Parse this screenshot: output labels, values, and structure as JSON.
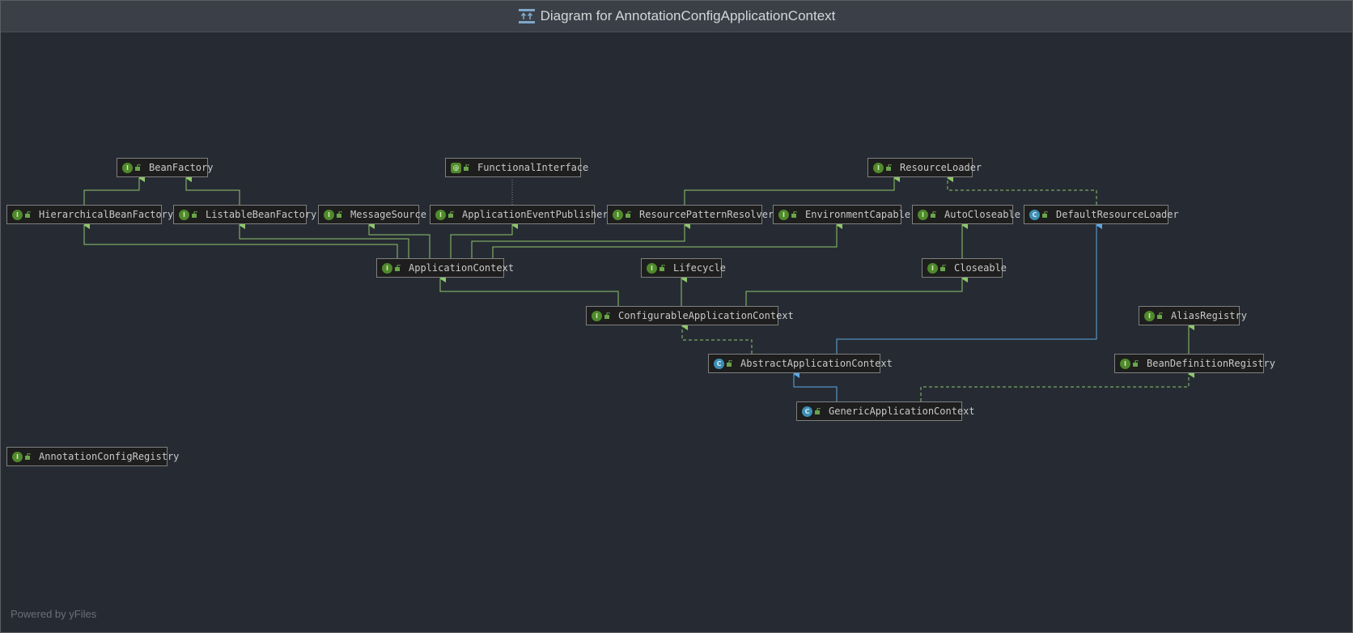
{
  "window": {
    "title": "Diagram for AnnotationConfigApplicationContext",
    "title_icon": "class-diagram-icon"
  },
  "footer": {
    "text": "Powered by yFiles"
  },
  "colors": {
    "background": "#262b33",
    "node_fill": "#1e1e1e",
    "node_border": "#7f7f7f",
    "interface_edge": "#8fc66b",
    "class_edge": "#5ea7e0",
    "interface_badge": "#4f8a2b",
    "class_badge": "#3e8fb4"
  },
  "nodes": [
    {
      "id": "BeanFactory",
      "label": "BeanFactory",
      "kind": "interface"
    },
    {
      "id": "FunctionalInterface",
      "label": "FunctionalInterface",
      "kind": "annotation"
    },
    {
      "id": "ResourceLoader",
      "label": "ResourceLoader",
      "kind": "interface"
    },
    {
      "id": "HierarchicalBeanFactory",
      "label": "HierarchicalBeanFactory",
      "kind": "interface"
    },
    {
      "id": "ListableBeanFactory",
      "label": "ListableBeanFactory",
      "kind": "interface"
    },
    {
      "id": "MessageSource",
      "label": "MessageSource",
      "kind": "interface"
    },
    {
      "id": "ApplicationEventPublisher",
      "label": "ApplicationEventPublisher",
      "kind": "interface"
    },
    {
      "id": "ResourcePatternResolver",
      "label": "ResourcePatternResolver",
      "kind": "interface"
    },
    {
      "id": "EnvironmentCapable",
      "label": "EnvironmentCapable",
      "kind": "interface"
    },
    {
      "id": "AutoCloseable",
      "label": "AutoCloseable",
      "kind": "interface"
    },
    {
      "id": "DefaultResourceLoader",
      "label": "DefaultResourceLoader",
      "kind": "class"
    },
    {
      "id": "ApplicationContext",
      "label": "ApplicationContext",
      "kind": "interface"
    },
    {
      "id": "Lifecycle",
      "label": "Lifecycle",
      "kind": "interface"
    },
    {
      "id": "Closeable",
      "label": "Closeable",
      "kind": "interface"
    },
    {
      "id": "ConfigurableApplicationContext",
      "label": "ConfigurableApplicationContext",
      "kind": "interface"
    },
    {
      "id": "AliasRegistry",
      "label": "AliasRegistry",
      "kind": "interface"
    },
    {
      "id": "AbstractApplicationContext",
      "label": "AbstractApplicationContext",
      "kind": "abstract-class"
    },
    {
      "id": "BeanDefinitionRegistry",
      "label": "BeanDefinitionRegistry",
      "kind": "interface"
    },
    {
      "id": "GenericApplicationContext",
      "label": "GenericApplicationContext",
      "kind": "class"
    },
    {
      "id": "AnnotationConfigRegistry",
      "label": "AnnotationConfigRegistry",
      "kind": "interface"
    }
  ],
  "edges": [
    {
      "from": "HierarchicalBeanFactory",
      "to": "BeanFactory",
      "type": "extends"
    },
    {
      "from": "ListableBeanFactory",
      "to": "BeanFactory",
      "type": "extends"
    },
    {
      "from": "ApplicationContext",
      "to": "HierarchicalBeanFactory",
      "type": "extends"
    },
    {
      "from": "ApplicationContext",
      "to": "ListableBeanFactory",
      "type": "extends"
    },
    {
      "from": "ApplicationContext",
      "to": "MessageSource",
      "type": "extends"
    },
    {
      "from": "ApplicationContext",
      "to": "ApplicationEventPublisher",
      "type": "extends"
    },
    {
      "from": "ApplicationContext",
      "to": "ResourcePatternResolver",
      "type": "extends"
    },
    {
      "from": "ApplicationContext",
      "to": "EnvironmentCapable",
      "type": "extends"
    },
    {
      "from": "ApplicationEventPublisher",
      "to": "FunctionalInterface",
      "type": "annotated"
    },
    {
      "from": "ResourcePatternResolver",
      "to": "ResourceLoader",
      "type": "extends"
    },
    {
      "from": "DefaultResourceLoader",
      "to": "ResourceLoader",
      "type": "implements"
    },
    {
      "from": "Closeable",
      "to": "AutoCloseable",
      "type": "extends"
    },
    {
      "from": "ConfigurableApplicationContext",
      "to": "ApplicationContext",
      "type": "extends"
    },
    {
      "from": "ConfigurableApplicationContext",
      "to": "Lifecycle",
      "type": "extends"
    },
    {
      "from": "ConfigurableApplicationContext",
      "to": "Closeable",
      "type": "extends"
    },
    {
      "from": "AbstractApplicationContext",
      "to": "ConfigurableApplicationContext",
      "type": "implements"
    },
    {
      "from": "AbstractApplicationContext",
      "to": "DefaultResourceLoader",
      "type": "class-extends"
    },
    {
      "from": "BeanDefinitionRegistry",
      "to": "AliasRegistry",
      "type": "extends"
    },
    {
      "from": "GenericApplicationContext",
      "to": "AbstractApplicationContext",
      "type": "class-extends"
    },
    {
      "from": "GenericApplicationContext",
      "to": "BeanDefinitionRegistry",
      "type": "implements"
    }
  ]
}
